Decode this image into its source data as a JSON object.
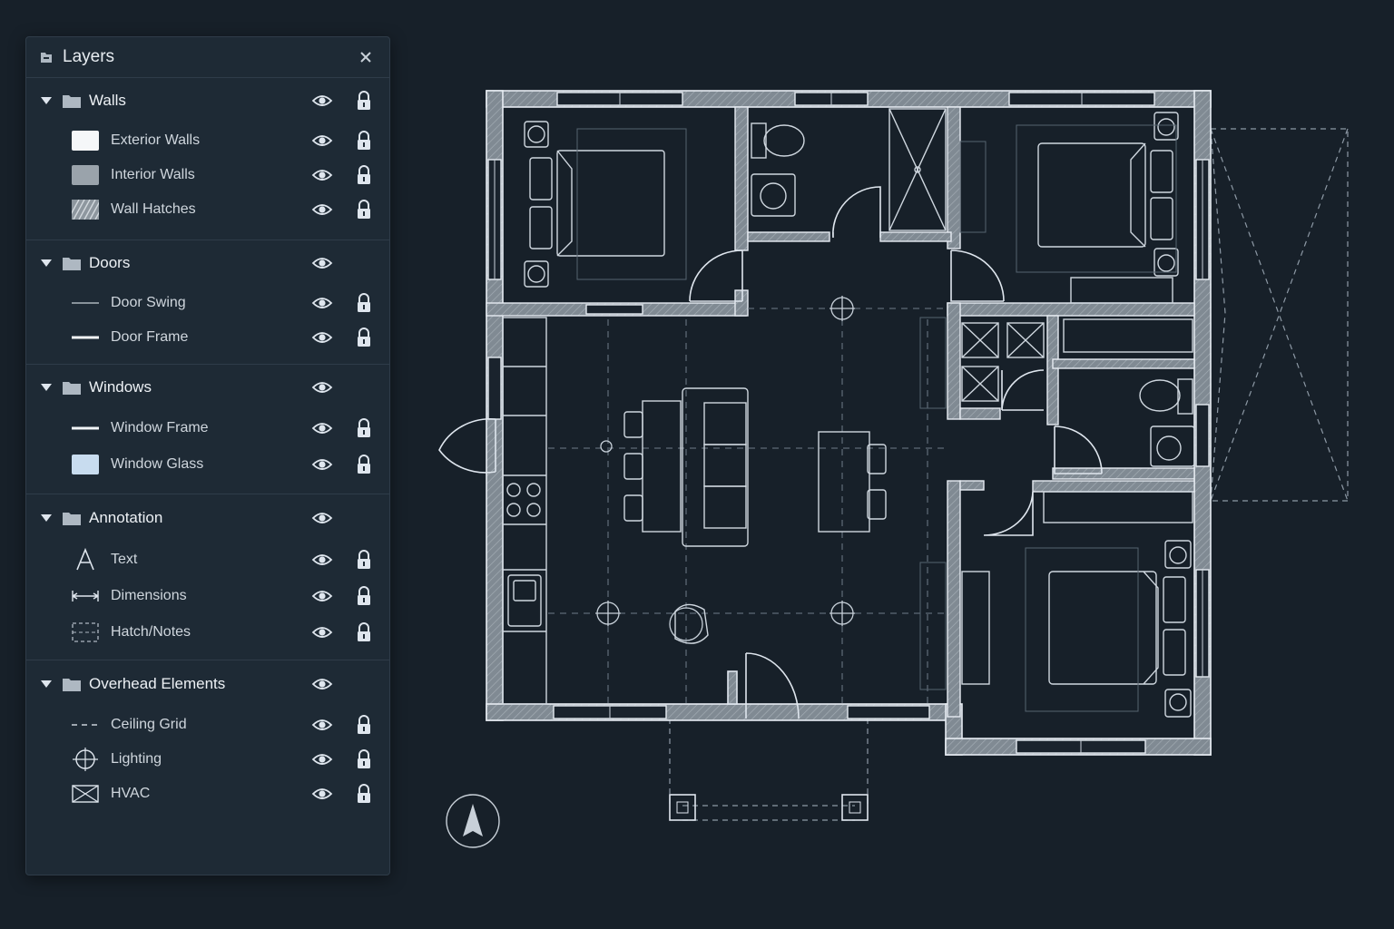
{
  "panel": {
    "title": "Layers",
    "title_icon": "layers-icon",
    "close_icon": "close-icon",
    "groups": [
      {
        "label": "Walls",
        "expanded": true,
        "items": [
          {
            "label": "Exterior Walls",
            "swatch": "solid-white"
          },
          {
            "label": "Interior Walls",
            "swatch": "solid-gray"
          },
          {
            "label": "Wall Hatches",
            "swatch": "hatch"
          }
        ]
      },
      {
        "label": "Doors",
        "expanded": true,
        "items": [
          {
            "label": "Door Swing",
            "swatch": "thin-line"
          },
          {
            "label": "Door Frame",
            "swatch": "thick-line"
          }
        ]
      },
      {
        "label": "Windows",
        "expanded": true,
        "items": [
          {
            "label": "Window Frame",
            "swatch": "thick-line"
          },
          {
            "label": "Window Glass",
            "swatch": "solid-blue"
          }
        ]
      },
      {
        "label": "Annotation",
        "expanded": true,
        "items": [
          {
            "label": "Text",
            "swatch": "text-icon"
          },
          {
            "label": "Dimensions",
            "swatch": "dimension-icon"
          },
          {
            "label": "Hatch/Notes",
            "swatch": "dashed-box-icon"
          }
        ]
      },
      {
        "label": "Overhead Elements",
        "expanded": true,
        "items": [
          {
            "label": "Ceiling Grid",
            "swatch": "dashed-line"
          },
          {
            "label": "Lighting",
            "swatch": "crosshair-icon"
          },
          {
            "label": "HVAC",
            "swatch": "hvac-icon"
          }
        ]
      }
    ]
  },
  "colors": {
    "background": "#172029",
    "panel": "#1e2a35",
    "wall_fill": "#7d8790",
    "line": "#dfe6ee",
    "dim_line": "#5a6875"
  },
  "canvas": {
    "north_arrow_icon": "north-arrow-icon"
  }
}
